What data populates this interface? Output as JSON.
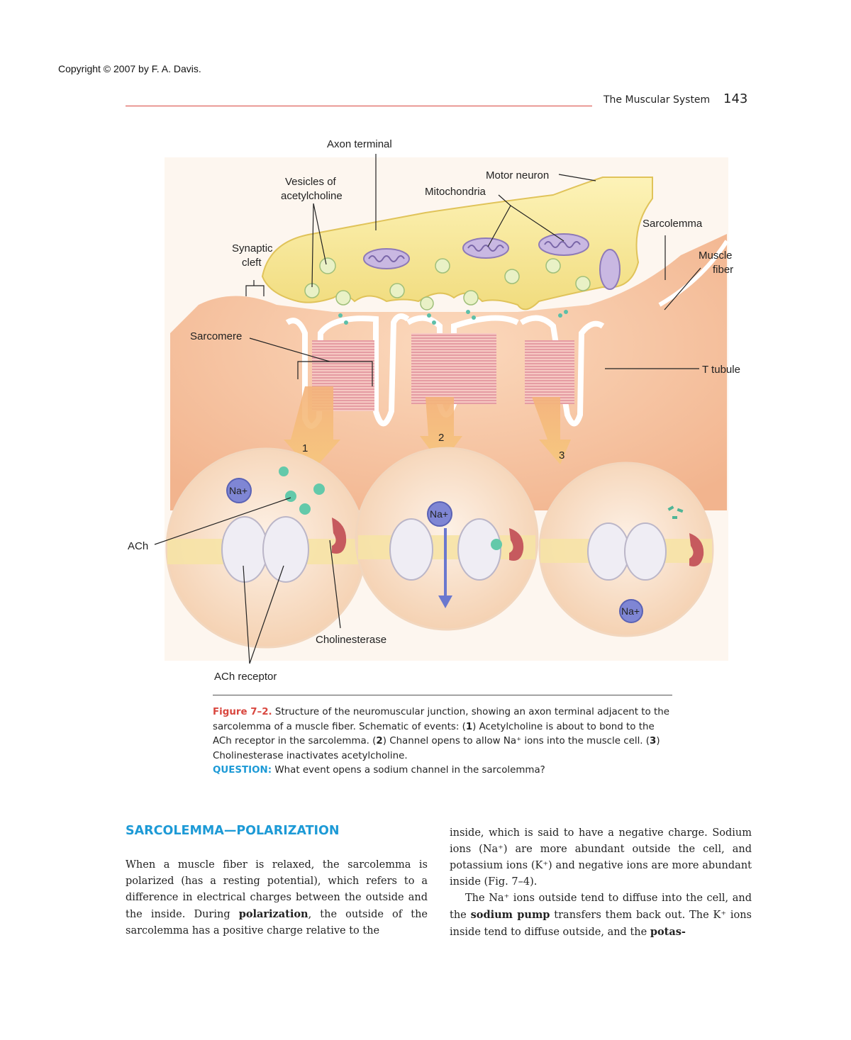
{
  "header": {
    "copyright": "Copyright © 2007 by F. A. Davis.",
    "running_head": "The Muscular System",
    "page_number": "143"
  },
  "figure": {
    "labels": {
      "axon_terminal": "Axon terminal",
      "vesicles_line1": "Vesicles of",
      "vesicles_line2": "acetylcholine",
      "motor_neuron": "Motor neuron",
      "mitochondria": "Mitochondria",
      "sarcolemma": "Sarcolemma",
      "muscle_line1": "Muscle",
      "muscle_line2": "fiber",
      "synaptic_line1": "Synaptic",
      "synaptic_line2": "cleft",
      "sarcomere": "Sarcomere",
      "t_tubule": "T tubule",
      "ach": "ACh",
      "cholinesterase": "Cholinesterase",
      "ach_receptor": "ACh receptor",
      "step1": "1",
      "step2": "2",
      "step3": "3",
      "na_ion": "Na+"
    },
    "caption": {
      "figure_label": "Figure 7–2.",
      "text_a": " Structure of the neuromuscular junction, showing an axon terminal adjacent to the sarcolemma of a muscle fiber. Schematic of events: (",
      "n1": "1",
      "text_b": ") Acetylcholine is about to bond to the ACh receptor in the sarcolemma. (",
      "n2": "2",
      "text_c": ") Channel opens to allow Na⁺ ions into the muscle cell. (",
      "n3": "3",
      "text_d": ") Cholinesterase inactivates acetylcholine.",
      "question_label": "QUESTION:",
      "question_text": " What event opens a sodium channel in the sarcolemma?"
    }
  },
  "section": {
    "heading": "SARCOLEMMA—POLARIZATION",
    "left_text_a": "When a muscle fiber is relaxed, the sarcolemma is polarized (has a resting potential), which refers to a difference in electrical charges between the outside and the inside. During ",
    "left_bold": "polarization",
    "left_text_b": ", the outside of the sarcolemma has a positive charge relative to the",
    "right_p1": "inside, which is said to have a negative charge. Sodium ions (Na⁺) are more abundant outside the cell, and potassium ions (K⁺) and negative ions are more abundant inside (Fig. 7–4).",
    "right_p2_a": "The Na⁺ ions outside tend to diffuse into the cell, and the ",
    "right_p2_bold1": "sodium pump",
    "right_p2_b": " transfers them back out. The K⁺ ions inside tend to diffuse outside, and the ",
    "right_p2_bold2": "potas-"
  }
}
